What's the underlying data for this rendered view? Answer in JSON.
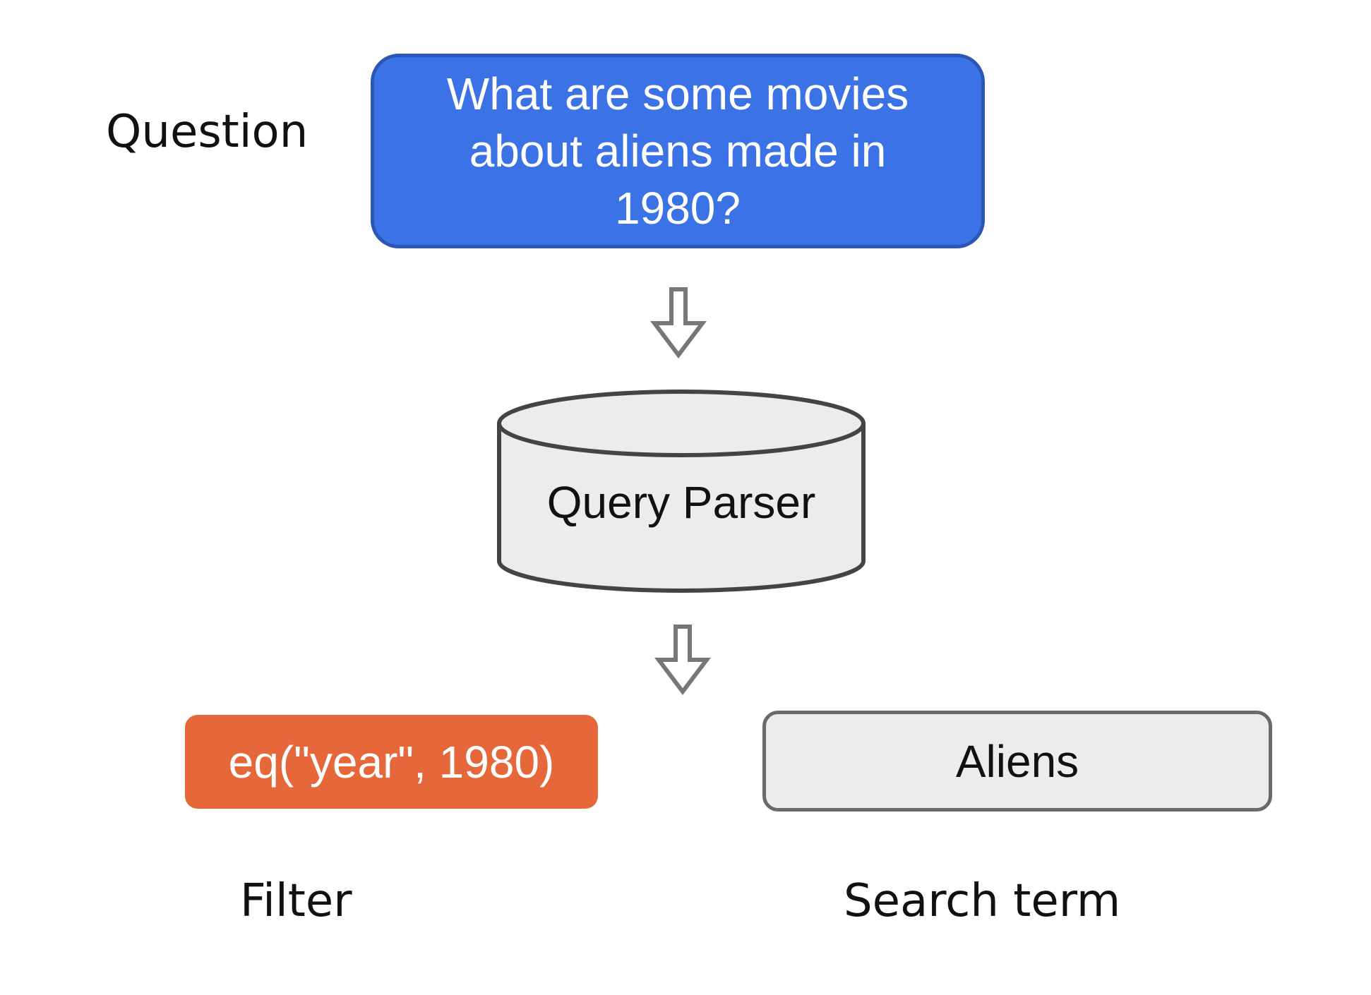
{
  "labels": {
    "question": "Question",
    "filter": "Filter",
    "search_term": "Search term"
  },
  "question_box": {
    "text": "What are some movies about aliens made in 1980?",
    "color": "#3b73e6"
  },
  "query_parser": {
    "text": "Query Parser",
    "color": "#ececec"
  },
  "filter_box": {
    "text": "eq(\"year\", 1980)",
    "color": "#e5673a"
  },
  "search_box": {
    "text": "Aliens",
    "color": "#ececec"
  },
  "icons": {
    "arrow": "down-arrow-icon",
    "database": "database-cylinder-icon"
  }
}
